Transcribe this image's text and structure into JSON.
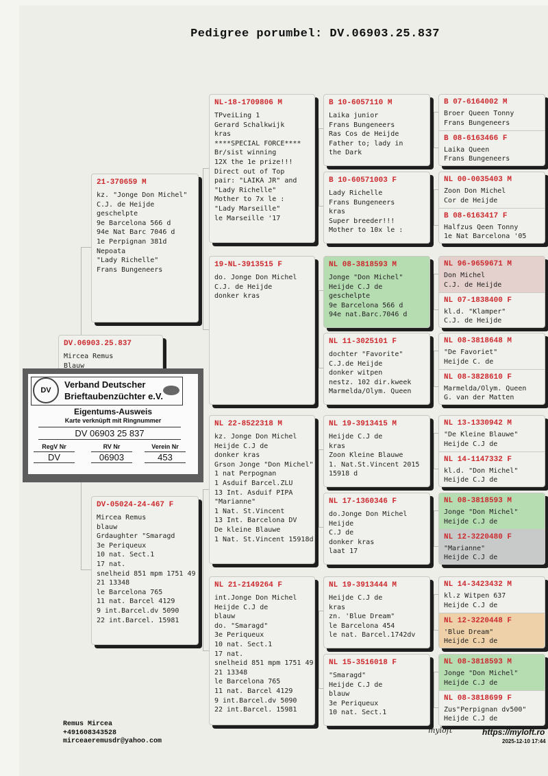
{
  "title": "Pedigree porumbel: DV.06903.25.837",
  "colors": {
    "ring": "#cc2a2e",
    "green": "#b6dcb2",
    "pink": "#e4d0cc",
    "gray": "#c8caca",
    "orange": "#efd1a9"
  },
  "subject": {
    "ring": "DV.06903.25.837",
    "lines": [
      "Mircea Remus",
      "Blauw"
    ]
  },
  "parents": [
    {
      "ring": "21-370659 M",
      "lines": [
        "kz. \"Jonge Don Michel\"",
        "C.J. de Heijde",
        "geschelpte",
        "9e Barcelona 566 d",
        "94e Nat Barc 7046 d",
        "1e Perpignan 381d",
        "Nepoata",
        "\"Lady Richelle\"",
        "Frans Bungeneers"
      ]
    },
    {
      "ring": "DV-05024-24-467 F",
      "lines": [
        "Mircea Remus",
        "blauw",
        "Grdaughter \"Smaragd",
        "3e Periqueux",
        "10 nat. Sect.1",
        "17 nat.",
        "snelheid 851 mpm 1751 49",
        "21 13348",
        "le Barcelona 765",
        "11 nat. Barcel 4129",
        "9 int.Barcel.dv 5090",
        "22 int.Barcel. 15981"
      ]
    }
  ],
  "grandparents": [
    {
      "ring": "NL-18-1709806 M",
      "lines": [
        "TPveiLing 1",
        "Gerard Schalkwijk",
        "kras",
        "****SPECIAL FORCE****",
        "Br/sist winning",
        "12X the 1e prize!!!",
        "Direct out of Top",
        "pair: \"LAIKA JR\" and",
        "\"Lady Richelle\"",
        "Mother to 7x le :",
        "\"Lady Marseille\"",
        "le Marseille '17"
      ]
    },
    {
      "ring": "19-NL-3913515 F",
      "lines": [
        "do. Jonge Don Michel",
        "C.J. de Heijde",
        "donker kras"
      ]
    },
    {
      "ring": "NL 22-8522318 M",
      "lines": [
        "kz. Jonge Don Michel",
        "Heijde C.J de",
        "donker kras",
        "Grson Jonge \"Don Michel\"",
        "1 nat Perpognan",
        "1 Asduif Barcel.ZLU",
        "13 Int. Asduif PIPA",
        "\"Marianne\"",
        "1 Nat. St.Vincent",
        "13 Int. Barcelona DV",
        "De kleine Blauwe",
        "1 Nat. St.Vincent 15918d"
      ]
    },
    {
      "ring": "NL 21-2149264 F",
      "lines": [
        "int.Jonge Don Michel",
        "Heijde C.J de",
        "blauw",
        "do. \"Smaragd\"",
        "3e Periqueux",
        "10 nat. Sect.1",
        "17 nat.",
        "snelheid 851 mpm 1751 49",
        "21 13348",
        "le Barcelona 765",
        "11 nat. Barcel 4129",
        "9 int.Barcel.dv 5090",
        "22 int.Barcel. 15981"
      ]
    }
  ],
  "great_grandparents": [
    {
      "ring": "B 10-6057110 M",
      "lines": [
        "Laika junior",
        "Frans Bungeneers",
        "Ras Cos de Heijde",
        "Father to; lady in",
        "the Dark"
      ]
    },
    {
      "ring": "B 10-60571003 F",
      "lines": [
        "Lady Richelle",
        "Frans Bungeneers",
        "kras",
        "Super breeder!!!",
        "Mother to 10x le :"
      ]
    },
    {
      "ring": "NL 08-3818593 M",
      "color": "green",
      "lines": [
        "Jonge \"Don Michel\"",
        "Heijde C.J de",
        "geschelpte",
        "9e Barcelona 566 d",
        "94e nat.Barc.7046 d"
      ]
    },
    {
      "ring": "NL 11-3025101 F",
      "lines": [
        "dochter \"Favorite\"",
        "C.J.de Heijde",
        "donker witpen",
        "nestz. 102 dir.kweek",
        "Marmelda/Olym. Queen"
      ]
    },
    {
      "ring": "NL 19-3913415 M",
      "lines": [
        "Heijde C.J de",
        "kras",
        "Zoon Kleine Blauwe",
        "1. Nat.St.Vincent 2015",
        "15918 d"
      ]
    },
    {
      "ring": "NL 17-1360346 F",
      "lines": [
        "do.Jonge Don Michel",
        "Heijde",
        "C.J de",
        "donker kras",
        "laat 17"
      ]
    },
    {
      "ring": "NL 19-3913444 M",
      "lines": [
        "Heijde C.J de",
        "kras",
        "zn. 'Blue Dream\"",
        "le Barcelona 454",
        "le nat. Barcel.1742dv"
      ]
    },
    {
      "ring": "NL 15-3516018 F",
      "lines": [
        "\"Smaragd\"",
        "Heijde C.J de",
        "blauw",
        "3e Periqueux",
        "10 nat. Sect.1"
      ]
    }
  ],
  "gen4": [
    {
      "ring": "B 07-6164002 M",
      "lines": [
        "Broer Queen Tonny",
        "Frans Bungeneers"
      ]
    },
    {
      "ring": "B 08-6163466 F",
      "lines": [
        "Laika Queen",
        "Frans Bungeneers"
      ]
    },
    {
      "ring": "NL 00-0035403 M",
      "lines": [
        "Zoon Don Michel",
        "Cor de Heijde"
      ]
    },
    {
      "ring": "B 08-6163417 F",
      "lines": [
        "Halfzus Qeen Tonny",
        "1e Nat Barcelona '05"
      ]
    },
    {
      "ring": "NL 96-9659671 M",
      "color": "pink",
      "lines": [
        "Don Michel",
        "C.J. de Heijde"
      ]
    },
    {
      "ring": "NL 07-1838400 F",
      "lines": [
        "kl.d. \"Klamper\"",
        "C.J. de Heijde"
      ]
    },
    {
      "ring": "NL 08-3818648 M",
      "lines": [
        "\"De Favoriet\"",
        "Heijde C. de"
      ]
    },
    {
      "ring": "NL 08-3828610 F",
      "lines": [
        "Marmelda/Olym. Queen",
        "G. van der Matten"
      ]
    },
    {
      "ring": "NL 13-1330942 M",
      "lines": [
        "\"De Kleine Blauwe\"",
        "Heijde C.J de"
      ]
    },
    {
      "ring": "NL 14-1147332 F",
      "lines": [
        "kl.d. \"Don Michel\"",
        "Heijde C.J de"
      ]
    },
    {
      "ring": "NL 08-3818593 M",
      "color": "green",
      "lines": [
        "Jonge \"Don Michel\"",
        "Heijde C.J de"
      ]
    },
    {
      "ring": "NL 12-3220480 F",
      "color": "gray",
      "lines": [
        "\"Marianne\"",
        "Heijde C.J de"
      ]
    },
    {
      "ring": "NL 14-3423432 M",
      "lines": [
        "kl.z Witpen 637",
        "Heijde C.J de"
      ]
    },
    {
      "ring": "NL 12-3220448 F",
      "color": "orange",
      "lines": [
        "'Blue Dream\"",
        "Heijde C.J de"
      ]
    },
    {
      "ring": "NL 08-3818593 M",
      "color": "green",
      "lines": [
        "Jonge \"Don Michel\"",
        "Heijde C.J de"
      ]
    },
    {
      "ring": "NL 08-3818699 F",
      "lines": [
        "Zus\"Perpignan dv500\"",
        "Heijde C.J de"
      ]
    }
  ],
  "id_card": {
    "logo": "DV",
    "org_line1": "Verband Deutscher",
    "org_line2": "Brieftaubenzüchter e.V.",
    "title": "Eigentums-Ausweis",
    "subtitle": "Karte verknüpft mit Ringnummer",
    "ring": "DV 06903 25 837",
    "fields": [
      {
        "label": "RegV Nr",
        "value": "DV"
      },
      {
        "label": "RV Nr",
        "value": "06903"
      },
      {
        "label": "Verein Nr",
        "value": "453"
      }
    ]
  },
  "footer": {
    "name": "Remus Mircea",
    "phone": "+491608343528",
    "email": "mirceaeremusdr@yahoo.com",
    "brand": "myloft",
    "url": "https://myloft.ro",
    "timestamp": "2025-12-10 17:44"
  }
}
